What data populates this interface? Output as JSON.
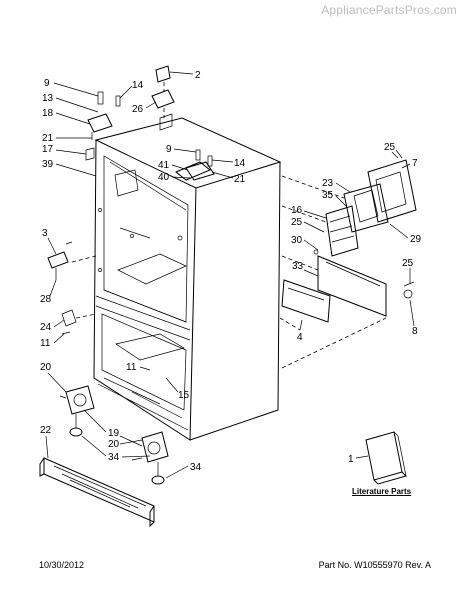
{
  "watermark": "AppliancePartsPros.com",
  "footer": {
    "date": "10/30/2012",
    "part_number": "Part No.  W10555970  Rev. A"
  },
  "literature_caption": "Literature Parts",
  "callouts": [
    {
      "id": "c9a",
      "label": "9"
    },
    {
      "id": "c14a",
      "label": "14"
    },
    {
      "id": "c2",
      "label": "2"
    },
    {
      "id": "c13",
      "label": "13"
    },
    {
      "id": "c18",
      "label": "18"
    },
    {
      "id": "c26",
      "label": "26"
    },
    {
      "id": "c21a",
      "label": "21"
    },
    {
      "id": "c17",
      "label": "17"
    },
    {
      "id": "c39",
      "label": "39"
    },
    {
      "id": "c9b",
      "label": "9"
    },
    {
      "id": "c41",
      "label": "41"
    },
    {
      "id": "c14b",
      "label": "14"
    },
    {
      "id": "c40",
      "label": "40"
    },
    {
      "id": "c21b",
      "label": "21"
    },
    {
      "id": "c25a",
      "label": "25"
    },
    {
      "id": "c7",
      "label": "7"
    },
    {
      "id": "c23",
      "label": "23"
    },
    {
      "id": "c35",
      "label": "35"
    },
    {
      "id": "c16",
      "label": "16"
    },
    {
      "id": "c25b",
      "label": "25"
    },
    {
      "id": "c29",
      "label": "29"
    },
    {
      "id": "c30",
      "label": "30"
    },
    {
      "id": "c3",
      "label": "3"
    },
    {
      "id": "c33",
      "label": "33"
    },
    {
      "id": "c25c",
      "label": "25"
    },
    {
      "id": "c28",
      "label": "28"
    },
    {
      "id": "c8",
      "label": "8"
    },
    {
      "id": "c4",
      "label": "4"
    },
    {
      "id": "c24",
      "label": "24"
    },
    {
      "id": "c11a",
      "label": "11"
    },
    {
      "id": "c20a",
      "label": "20"
    },
    {
      "id": "c11b",
      "label": "11"
    },
    {
      "id": "c15",
      "label": "15"
    },
    {
      "id": "c22",
      "label": "22"
    },
    {
      "id": "c19",
      "label": "19"
    },
    {
      "id": "c20b",
      "label": "20"
    },
    {
      "id": "c34a",
      "label": "34"
    },
    {
      "id": "c1",
      "label": "1"
    },
    {
      "id": "c34b",
      "label": "34"
    }
  ]
}
